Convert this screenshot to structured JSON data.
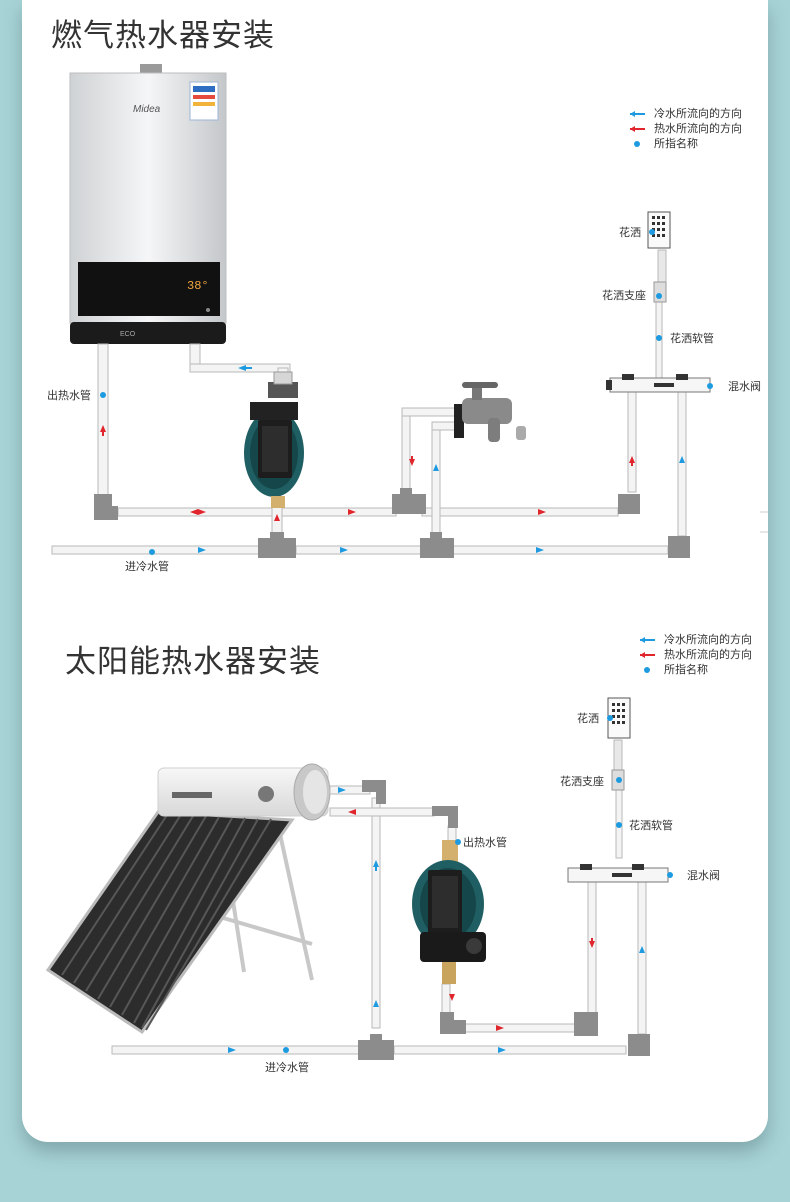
{
  "gas_section": {
    "title": "燃气热水器安装",
    "heater_brand": "Midea",
    "display_temp": "38°",
    "eco_text": "ECO",
    "labels": {
      "hot_out_pipe": "出热水管",
      "cold_in_pipe": "进冷水管",
      "shower": "花洒",
      "shower_holder": "花洒支座",
      "shower_hose": "花洒软管",
      "mixing_valve": "混水阀"
    },
    "legend": {
      "cold_flow": "冷水所流向的方向",
      "hot_flow": "热水所流向的方向",
      "named_point": "所指名称"
    }
  },
  "solar_section": {
    "title": "太阳能热水器安装",
    "labels": {
      "hot_out_pipe": "出热水管",
      "cold_in_pipe": "进冷水管",
      "shower": "花洒",
      "shower_holder": "花洒支座",
      "shower_hose": "花洒软管",
      "mixing_valve": "混水阀"
    },
    "legend": {
      "cold_flow": "冷水所流向的方向",
      "hot_flow": "热水所流向的方向",
      "named_point": "所指名称"
    }
  },
  "colors": {
    "background": "#a7d3d6",
    "card": "#ffffff",
    "pipe_fill": "#f4f4f4",
    "pipe_stroke": "#b9b9b9",
    "fitting": "#8c8c8c",
    "cold_arrow": "#1e9be0",
    "hot_arrow": "#e0262c",
    "pump_body": "#1f5f64"
  }
}
